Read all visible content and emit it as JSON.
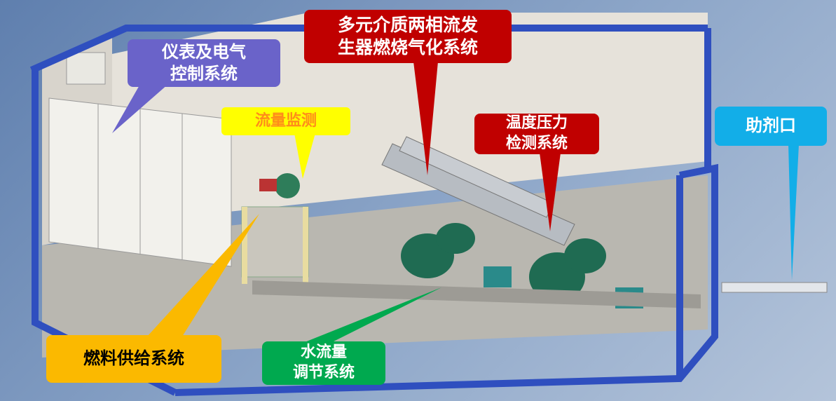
{
  "callouts": {
    "control": "仪表及电气\n控制系统",
    "generator": "多元介质两相流发\n生器燃烧气化系统",
    "flow_monitor": "流量监测",
    "temp_pressure": "温度压力\n检测系统",
    "additive_port": "助剂口",
    "fuel_supply": "燃料供给系统",
    "water_flow": "水流量\n调节系统"
  },
  "colors": {
    "control": "#6a63c9",
    "generator": "#c00000",
    "flow_monitor": "#ffff00",
    "additive_port": "#12aee8",
    "fuel_supply": "#fbb900",
    "water_flow": "#00a94f",
    "frame": "#2f4fbf"
  }
}
